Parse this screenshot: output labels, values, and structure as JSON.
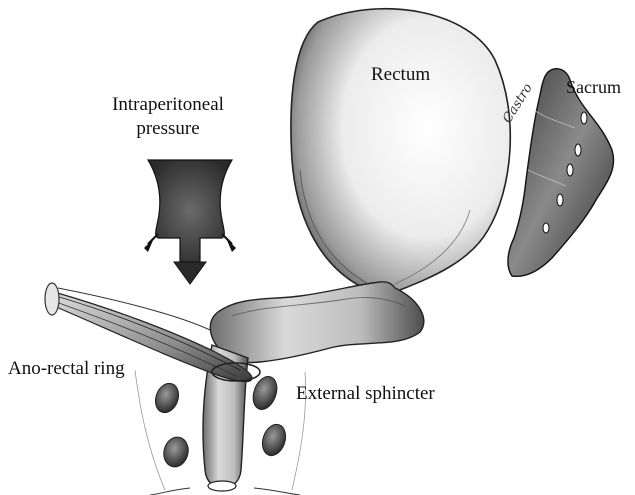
{
  "labels": {
    "rectum": "Rectum",
    "sacrum": "Sacrum",
    "pressure_line1": "Intraperitoneal",
    "pressure_line2": "pressure",
    "anorectal_ring": "Ano-rectal ring",
    "external_sphincter": "External sphincter"
  },
  "signature": "Castro",
  "colors": {
    "ink": "#111111",
    "shade": "#555555",
    "light_shade": "#cfcfcf",
    "paper": "#ffffff"
  }
}
